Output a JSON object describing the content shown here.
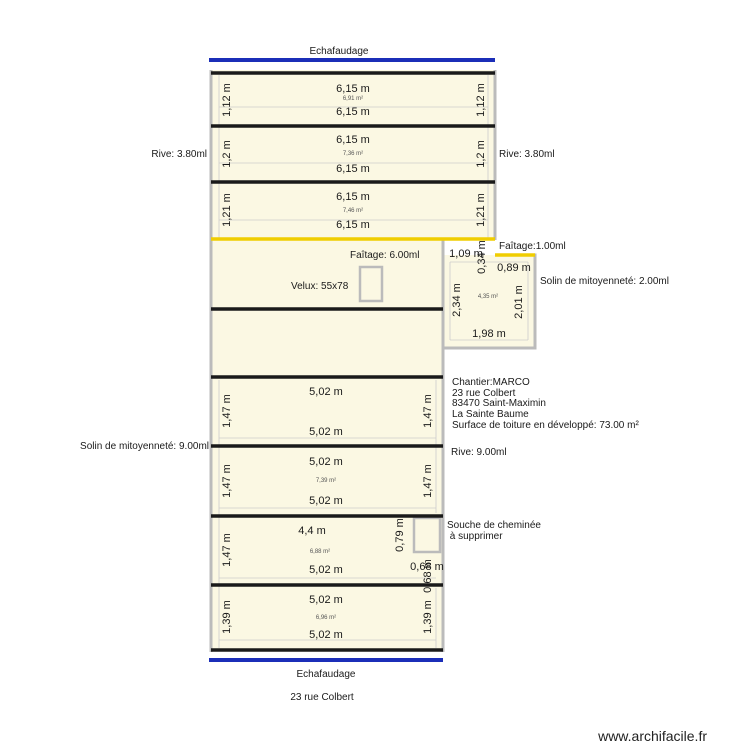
{
  "scaffolding": {
    "top_label": "Echafaudage",
    "bottom_label": "Echafaudage"
  },
  "upper_roof": {
    "strips": [
      {
        "top": "6,15 m",
        "area": "6,91 m²",
        "bottom": "6,15 m",
        "left": "1,12 m",
        "right": "1,12 m"
      },
      {
        "top": "6,15 m",
        "area": "7,36 m²",
        "bottom": "6,15 m",
        "left": "1,2 m",
        "right": "1,2 m"
      },
      {
        "top": "6,15 m",
        "area": "7,46 m²",
        "bottom": "6,15 m",
        "left": "1,21 m",
        "right": "1,21 m"
      }
    ],
    "rive_left": "Rive: 3.80ml",
    "rive_right": "Rive: 3.80ml",
    "faitage": "Faîtage: 6.00ml",
    "velux": "Velux: 55x78"
  },
  "annex": {
    "faitage": "Faîtage:1.00ml",
    "dim_top_left": "1,09 m",
    "dim_vertical_small": "0,34 m",
    "dim_top_right": "0,89 m",
    "area": "4,35 m²",
    "dim_left": "2,34 m",
    "dim_right": "2,01 m",
    "dim_bottom": "1,98 m",
    "solin": "Solin de mitoyenneté: 2.00ml"
  },
  "lower_roof": {
    "strips": [
      {
        "top": "5,02 m",
        "area": "",
        "bottom": "5,02 m",
        "left": "1,47 m",
        "right": "1,47 m"
      },
      {
        "top": "5,02 m",
        "area": "7,39 m²",
        "bottom": "5,02 m",
        "left": "1,47 m",
        "right": "1,47 m"
      },
      {
        "top": "4,4 m",
        "area": "6,88 m²",
        "bottom": "5,02 m",
        "left": "1,47 m",
        "right": ""
      },
      {
        "top": "5,02 m",
        "area": "6,96 m²",
        "bottom": "5,02 m",
        "left": "1,39 m",
        "right": "1,39 m"
      }
    ],
    "solin_left": "Solin de mitoyenneté: 9.00ml",
    "rive_right": "Rive: 9.00ml",
    "chimney_dim_left": "0,79 m",
    "chimney_dim_bottom": "0,68 m",
    "chimney_dim_vertical": "0,68 m",
    "chimney_label_1": "Souche de cheminée",
    "chimney_label_2": " à supprimer"
  },
  "site_info": [
    "Chantier:MARCO",
    "23 rue Colbert",
    "83470 Saint-Maximin",
    "La Sainte Baume",
    "Surface de toiture en développé: 73.00 m²"
  ],
  "address_caption": "23 rue Colbert",
  "watermark": "www.archifacile.fr",
  "colors": {
    "roof_fill": "#fbf8e3",
    "wall": "#bbbbbb",
    "ridge_line": "#1a1a1a",
    "scaffolding": "#1b2eb8",
    "faitage": "#f0cd00",
    "dimension": "#cccccc",
    "text": "#1a1a1a"
  }
}
